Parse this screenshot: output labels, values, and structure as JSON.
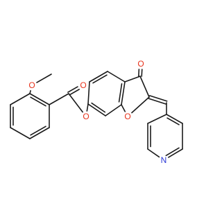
{
  "molecule": {
    "atoms": [
      {
        "id": "O_methoxy",
        "label": "O",
        "color": "#e8311a"
      },
      {
        "id": "O_ester_carbonyl",
        "label": "O",
        "color": "#e8311a"
      },
      {
        "id": "O_ester_link",
        "label": "O",
        "color": "#e8311a"
      },
      {
        "id": "O_ketone",
        "label": "O",
        "color": "#e8311a"
      },
      {
        "id": "O_ring",
        "label": "O",
        "color": "#e8311a"
      },
      {
        "id": "N_pyridine",
        "label": "N",
        "color": "#2b38d6"
      }
    ],
    "bond_color": "#1a1a1a",
    "background": "#ffffff"
  }
}
